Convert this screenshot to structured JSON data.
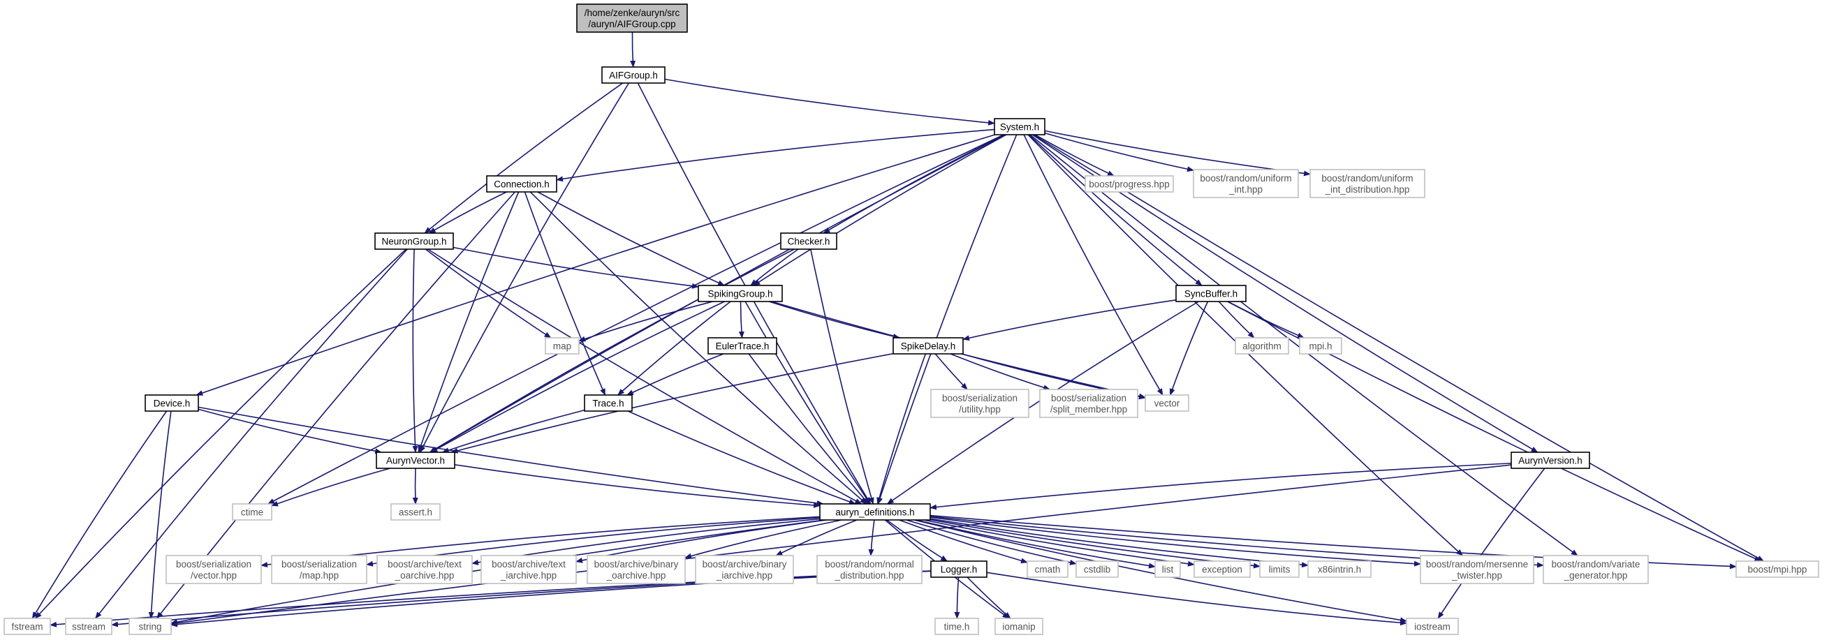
{
  "colors": {
    "edge": "#191970",
    "box_border": "#000000",
    "gray_border": "#bfbfbf",
    "root_fill": "#bfbfbf"
  },
  "nodes": [
    {
      "id": "root",
      "lines": [
        "/home/zenke/auryn/src",
        "/auryn/AIFGroup.cpp"
      ],
      "kind": "root"
    },
    {
      "id": "aifgroup_h",
      "lines": [
        "AIFGroup.h"
      ],
      "kind": "header"
    },
    {
      "id": "system_h",
      "lines": [
        "System.h"
      ],
      "kind": "header"
    },
    {
      "id": "connection_h",
      "lines": [
        "Connection.h"
      ],
      "kind": "header"
    },
    {
      "id": "neurongroup_h",
      "lines": [
        "NeuronGroup.h"
      ],
      "kind": "header"
    },
    {
      "id": "checker_h",
      "lines": [
        "Checker.h"
      ],
      "kind": "header"
    },
    {
      "id": "spikinggroup_h",
      "lines": [
        "SpikingGroup.h"
      ],
      "kind": "header"
    },
    {
      "id": "eulertrace_h",
      "lines": [
        "EulerTrace.h"
      ],
      "kind": "header"
    },
    {
      "id": "syncbuffer_h",
      "lines": [
        "SyncBuffer.h"
      ],
      "kind": "header"
    },
    {
      "id": "spikedelay_h",
      "lines": [
        "SpikeDelay.h"
      ],
      "kind": "header"
    },
    {
      "id": "trace_h",
      "lines": [
        "Trace.h"
      ],
      "kind": "header"
    },
    {
      "id": "device_h",
      "lines": [
        "Device.h"
      ],
      "kind": "header"
    },
    {
      "id": "aurynvector_h",
      "lines": [
        "AurynVector.h"
      ],
      "kind": "header"
    },
    {
      "id": "aurynversion_h",
      "lines": [
        "AurynVersion.h"
      ],
      "kind": "header"
    },
    {
      "id": "auryn_definitions_h",
      "lines": [
        "auryn_definitions.h"
      ],
      "kind": "header"
    },
    {
      "id": "logger_h",
      "lines": [
        "Logger.h"
      ],
      "kind": "header"
    },
    {
      "id": "boost_progress",
      "lines": [
        "boost/progress.hpp"
      ],
      "kind": "external"
    },
    {
      "id": "boost_uniform_int",
      "lines": [
        "boost/random/uniform",
        "_int.hpp"
      ],
      "kind": "external"
    },
    {
      "id": "boost_uniform_int_dist",
      "lines": [
        "boost/random/uniform",
        "_int_distribution.hpp"
      ],
      "kind": "external"
    },
    {
      "id": "map",
      "lines": [
        "map"
      ],
      "kind": "external"
    },
    {
      "id": "algorithm",
      "lines": [
        "algorithm"
      ],
      "kind": "external"
    },
    {
      "id": "mpi_h",
      "lines": [
        "mpi.h"
      ],
      "kind": "external"
    },
    {
      "id": "vector",
      "lines": [
        "vector"
      ],
      "kind": "external"
    },
    {
      "id": "boost_ser_utility",
      "lines": [
        "boost/serialization",
        "/utility.hpp"
      ],
      "kind": "external"
    },
    {
      "id": "boost_ser_split",
      "lines": [
        "boost/serialization",
        "/split_member.hpp"
      ],
      "kind": "external"
    },
    {
      "id": "ctime",
      "lines": [
        "ctime"
      ],
      "kind": "external"
    },
    {
      "id": "assert_h",
      "lines": [
        "assert.h"
      ],
      "kind": "external"
    },
    {
      "id": "boost_ser_vector",
      "lines": [
        "boost/serialization",
        "/vector.hpp"
      ],
      "kind": "external"
    },
    {
      "id": "boost_ser_map",
      "lines": [
        "boost/serialization",
        "/map.hpp"
      ],
      "kind": "external"
    },
    {
      "id": "boost_arch_text_o",
      "lines": [
        "boost/archive/text",
        "_oarchive.hpp"
      ],
      "kind": "external"
    },
    {
      "id": "boost_arch_text_i",
      "lines": [
        "boost/archive/text",
        "_iarchive.hpp"
      ],
      "kind": "external"
    },
    {
      "id": "boost_arch_bin_o",
      "lines": [
        "boost/archive/binary",
        "_oarchive.hpp"
      ],
      "kind": "external"
    },
    {
      "id": "boost_arch_bin_i",
      "lines": [
        "boost/archive/binary",
        "_iarchive.hpp"
      ],
      "kind": "external"
    },
    {
      "id": "boost_normal_dist",
      "lines": [
        "boost/random/normal",
        "_distribution.hpp"
      ],
      "kind": "external"
    },
    {
      "id": "cmath",
      "lines": [
        "cmath"
      ],
      "kind": "external"
    },
    {
      "id": "cstdlib",
      "lines": [
        "cstdlib"
      ],
      "kind": "external"
    },
    {
      "id": "list",
      "lines": [
        "list"
      ],
      "kind": "external"
    },
    {
      "id": "exception",
      "lines": [
        "exception"
      ],
      "kind": "external"
    },
    {
      "id": "limits",
      "lines": [
        "limits"
      ],
      "kind": "external"
    },
    {
      "id": "x86intrin_h",
      "lines": [
        "x86intrin.h"
      ],
      "kind": "external"
    },
    {
      "id": "boost_mersenne",
      "lines": [
        "boost/random/mersenne",
        "_twister.hpp"
      ],
      "kind": "external"
    },
    {
      "id": "boost_variate",
      "lines": [
        "boost/random/variate",
        "_generator.hpp"
      ],
      "kind": "external"
    },
    {
      "id": "boost_mpi",
      "lines": [
        "boost/mpi.hpp"
      ],
      "kind": "external"
    },
    {
      "id": "fstream",
      "lines": [
        "fstream"
      ],
      "kind": "external"
    },
    {
      "id": "sstream",
      "lines": [
        "sstream"
      ],
      "kind": "external"
    },
    {
      "id": "string",
      "lines": [
        "string"
      ],
      "kind": "external"
    },
    {
      "id": "time_h",
      "lines": [
        "time.h"
      ],
      "kind": "external"
    },
    {
      "id": "iomanip",
      "lines": [
        "iomanip"
      ],
      "kind": "external"
    },
    {
      "id": "iostream",
      "lines": [
        "iostream"
      ],
      "kind": "external"
    }
  ],
  "edges": [
    [
      "root",
      "aifgroup_h"
    ],
    [
      "aifgroup_h",
      "system_h"
    ],
    [
      "aifgroup_h",
      "neurongroup_h"
    ],
    [
      "aifgroup_h",
      "aurynvector_h"
    ],
    [
      "aifgroup_h",
      "auryn_definitions_h"
    ],
    [
      "system_h",
      "connection_h"
    ],
    [
      "system_h",
      "device_h"
    ],
    [
      "system_h",
      "checker_h"
    ],
    [
      "system_h",
      "spikinggroup_h"
    ],
    [
      "system_h",
      "syncbuffer_h"
    ],
    [
      "system_h",
      "aurynversion_h"
    ],
    [
      "system_h",
      "auryn_definitions_h"
    ],
    [
      "system_h",
      "aurynvector_h"
    ],
    [
      "system_h",
      "boost_progress"
    ],
    [
      "system_h",
      "boost_uniform_int"
    ],
    [
      "system_h",
      "boost_uniform_int_dist"
    ],
    [
      "system_h",
      "vector"
    ],
    [
      "system_h",
      "ctime"
    ],
    [
      "system_h",
      "boost_mersenne"
    ],
    [
      "system_h",
      "boost_variate"
    ],
    [
      "system_h",
      "boost_mpi"
    ],
    [
      "connection_h",
      "neurongroup_h"
    ],
    [
      "connection_h",
      "spikinggroup_h"
    ],
    [
      "connection_h",
      "trace_h"
    ],
    [
      "connection_h",
      "aurynvector_h"
    ],
    [
      "connection_h",
      "auryn_definitions_h"
    ],
    [
      "connection_h",
      "string"
    ],
    [
      "neurongroup_h",
      "spikinggroup_h"
    ],
    [
      "neurongroup_h",
      "map"
    ],
    [
      "neurongroup_h",
      "aurynvector_h"
    ],
    [
      "neurongroup_h",
      "auryn_definitions_h"
    ],
    [
      "neurongroup_h",
      "fstream"
    ],
    [
      "neurongroup_h",
      "sstream"
    ],
    [
      "checker_h",
      "spikinggroup_h"
    ],
    [
      "checker_h",
      "aurynvector_h"
    ],
    [
      "checker_h",
      "auryn_definitions_h"
    ],
    [
      "spikinggroup_h",
      "map"
    ],
    [
      "spikinggroup_h",
      "eulertrace_h"
    ],
    [
      "spikinggroup_h",
      "spikedelay_h"
    ],
    [
      "spikinggroup_h",
      "trace_h"
    ],
    [
      "spikinggroup_h",
      "aurynvector_h"
    ],
    [
      "spikinggroup_h",
      "auryn_definitions_h"
    ],
    [
      "spikinggroup_h",
      "vector"
    ],
    [
      "eulertrace_h",
      "trace_h"
    ],
    [
      "eulertrace_h",
      "auryn_definitions_h"
    ],
    [
      "syncbuffer_h",
      "spikedelay_h"
    ],
    [
      "syncbuffer_h",
      "algorithm"
    ],
    [
      "syncbuffer_h",
      "mpi_h"
    ],
    [
      "syncbuffer_h",
      "vector"
    ],
    [
      "syncbuffer_h",
      "auryn_definitions_h"
    ],
    [
      "syncbuffer_h",
      "boost_mpi"
    ],
    [
      "spikedelay_h",
      "boost_ser_utility"
    ],
    [
      "spikedelay_h",
      "boost_ser_split"
    ],
    [
      "spikedelay_h",
      "vector"
    ],
    [
      "spikedelay_h",
      "auryn_definitions_h"
    ],
    [
      "spikedelay_h",
      "aurynvector_h"
    ],
    [
      "trace_h",
      "aurynvector_h"
    ],
    [
      "trace_h",
      "auryn_definitions_h"
    ],
    [
      "device_h",
      "aurynvector_h"
    ],
    [
      "device_h",
      "auryn_definitions_h"
    ],
    [
      "device_h",
      "fstream"
    ],
    [
      "device_h",
      "string"
    ],
    [
      "aurynvector_h",
      "ctime"
    ],
    [
      "aurynvector_h",
      "assert_h"
    ],
    [
      "aurynvector_h",
      "auryn_definitions_h"
    ],
    [
      "aurynversion_h",
      "auryn_definitions_h"
    ],
    [
      "aurynversion_h",
      "string"
    ],
    [
      "aurynversion_h",
      "iostream"
    ],
    [
      "auryn_definitions_h",
      "boost_ser_vector"
    ],
    [
      "auryn_definitions_h",
      "boost_ser_map"
    ],
    [
      "auryn_definitions_h",
      "boost_arch_text_o"
    ],
    [
      "auryn_definitions_h",
      "boost_arch_text_i"
    ],
    [
      "auryn_definitions_h",
      "boost_arch_bin_o"
    ],
    [
      "auryn_definitions_h",
      "boost_arch_bin_i"
    ],
    [
      "auryn_definitions_h",
      "boost_normal_dist"
    ],
    [
      "auryn_definitions_h",
      "logger_h"
    ],
    [
      "auryn_definitions_h",
      "cmath"
    ],
    [
      "auryn_definitions_h",
      "cstdlib"
    ],
    [
      "auryn_definitions_h",
      "list"
    ],
    [
      "auryn_definitions_h",
      "exception"
    ],
    [
      "auryn_definitions_h",
      "limits"
    ],
    [
      "auryn_definitions_h",
      "x86intrin_h"
    ],
    [
      "auryn_definitions_h",
      "boost_mersenne"
    ],
    [
      "auryn_definitions_h",
      "boost_variate"
    ],
    [
      "auryn_definitions_h",
      "boost_mpi"
    ],
    [
      "auryn_definitions_h",
      "string"
    ],
    [
      "auryn_definitions_h",
      "iomanip"
    ],
    [
      "auryn_definitions_h",
      "iostream"
    ],
    [
      "logger_h",
      "fstream"
    ],
    [
      "logger_h",
      "sstream"
    ],
    [
      "logger_h",
      "string"
    ],
    [
      "logger_h",
      "time_h"
    ],
    [
      "logger_h",
      "iomanip"
    ],
    [
      "logger_h",
      "iostream"
    ]
  ]
}
